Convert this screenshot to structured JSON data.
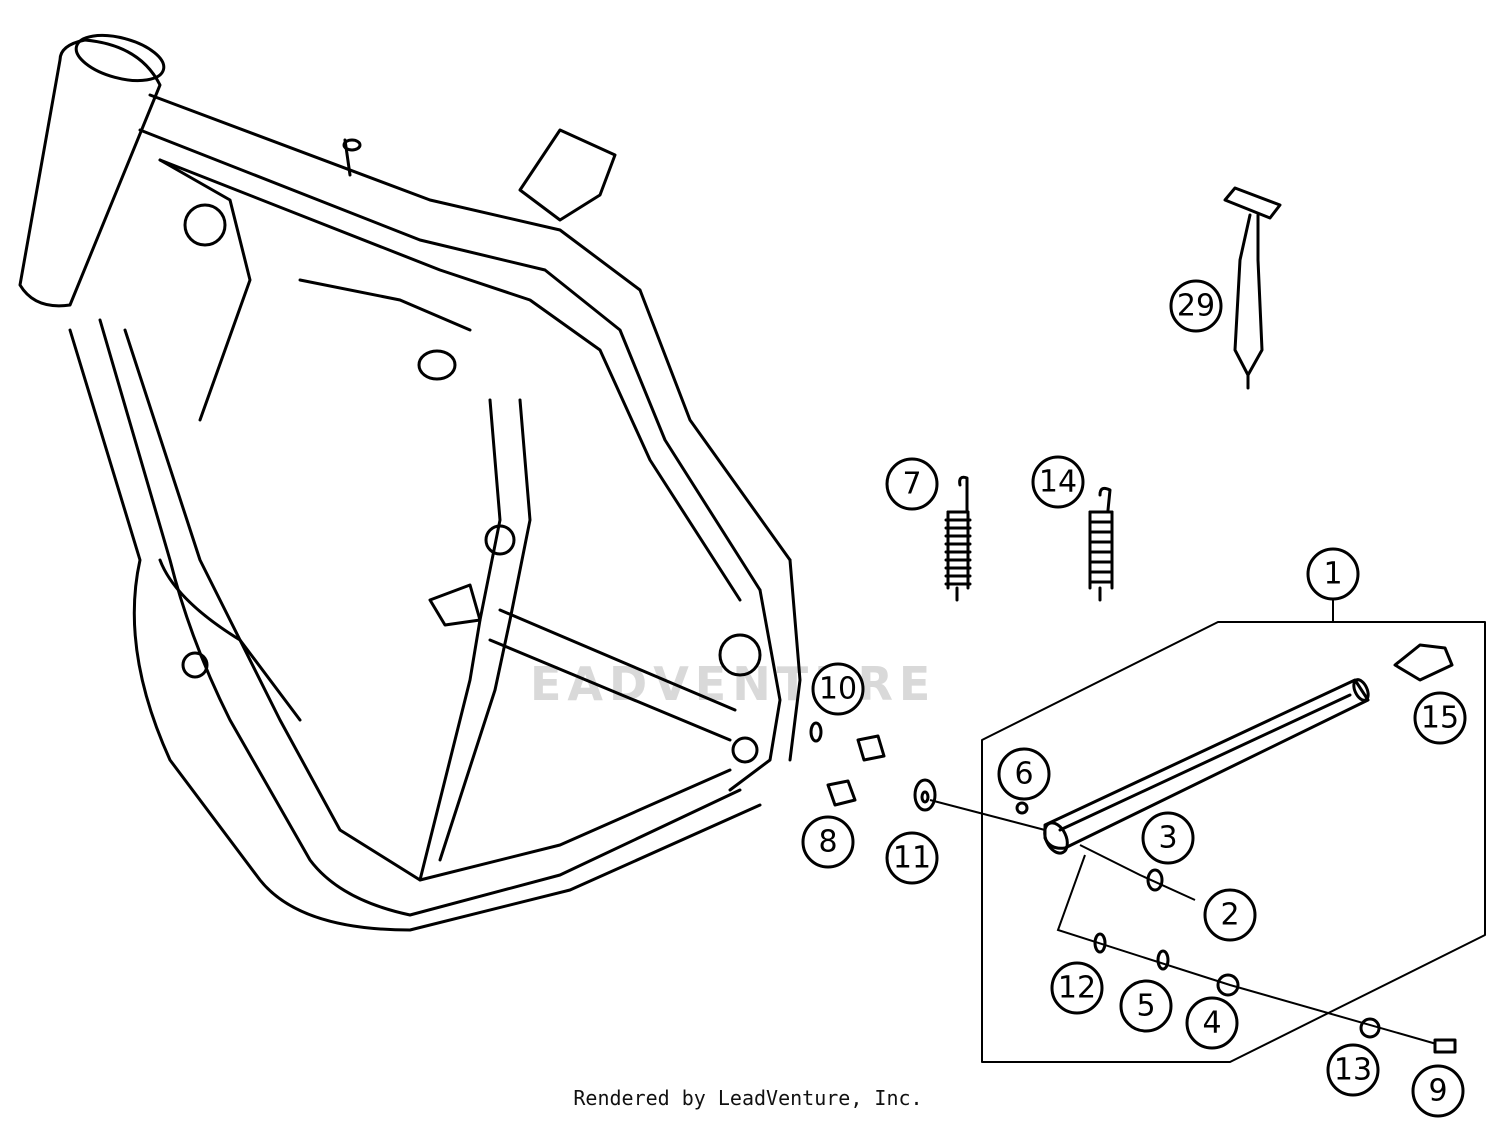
{
  "watermark": "EADVENTURE",
  "footer": "Rendered by LeadVenture, Inc.",
  "callouts": [
    {
      "label": "29",
      "name": "callout-29"
    },
    {
      "label": "7",
      "name": "callout-7"
    },
    {
      "label": "14",
      "name": "callout-14"
    },
    {
      "label": "1",
      "name": "callout-1"
    },
    {
      "label": "10",
      "name": "callout-10"
    },
    {
      "label": "15",
      "name": "callout-15"
    },
    {
      "label": "6",
      "name": "callout-6"
    },
    {
      "label": "3",
      "name": "callout-3"
    },
    {
      "label": "8",
      "name": "callout-8"
    },
    {
      "label": "11",
      "name": "callout-11"
    },
    {
      "label": "2",
      "name": "callout-2"
    },
    {
      "label": "12",
      "name": "callout-12"
    },
    {
      "label": "5",
      "name": "callout-5"
    },
    {
      "label": "4",
      "name": "callout-4"
    },
    {
      "label": "13",
      "name": "callout-13"
    },
    {
      "label": "9",
      "name": "callout-9"
    }
  ]
}
